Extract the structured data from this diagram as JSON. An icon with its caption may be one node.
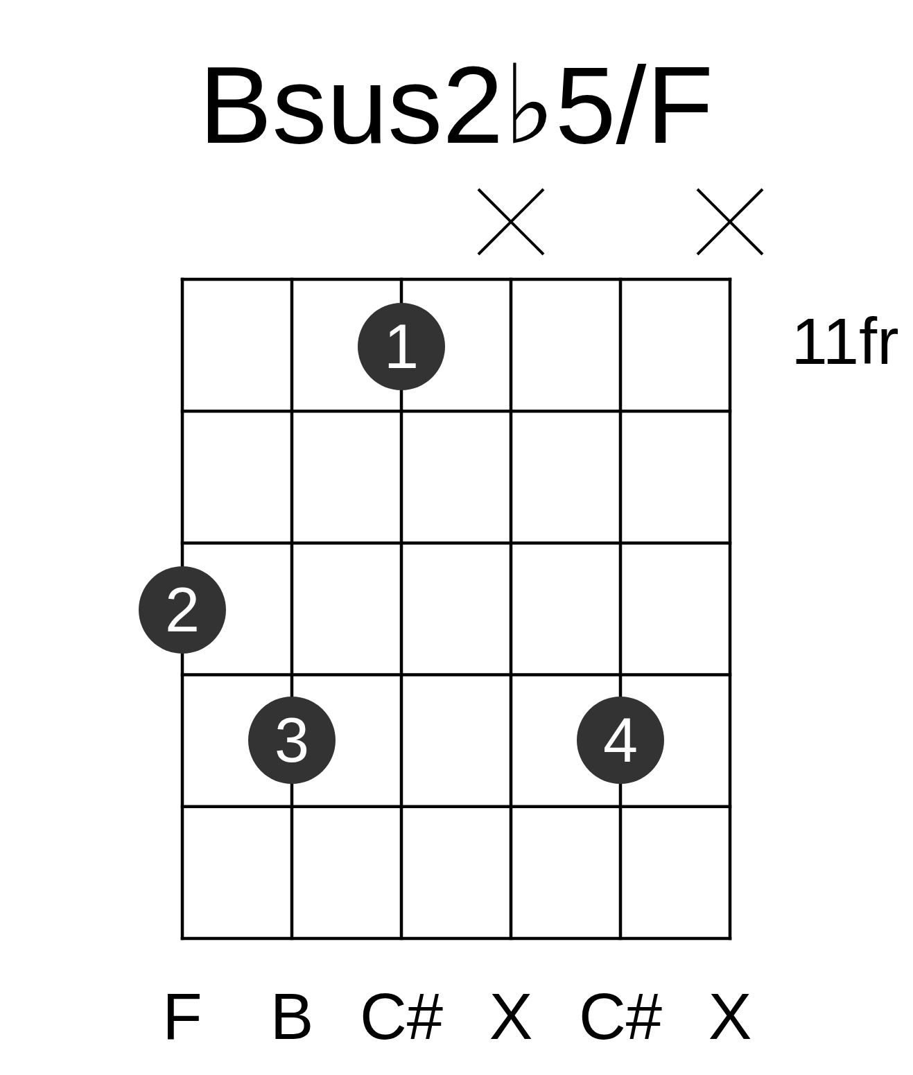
{
  "diagram": {
    "title": "Bsus2♭5/F",
    "nodes": [
      {
        "text": [
          "1"
        ]
      },
      {
        "text": [
          "2"
        ]
      },
      {
        "text": [
          "3"
        ]
      },
      {
        "text": [
          "4"
        ]
      }
    ],
    "labels": [
      "11fr",
      "F",
      "B",
      "C#",
      "X",
      "C#",
      "X"
    ]
  }
}
